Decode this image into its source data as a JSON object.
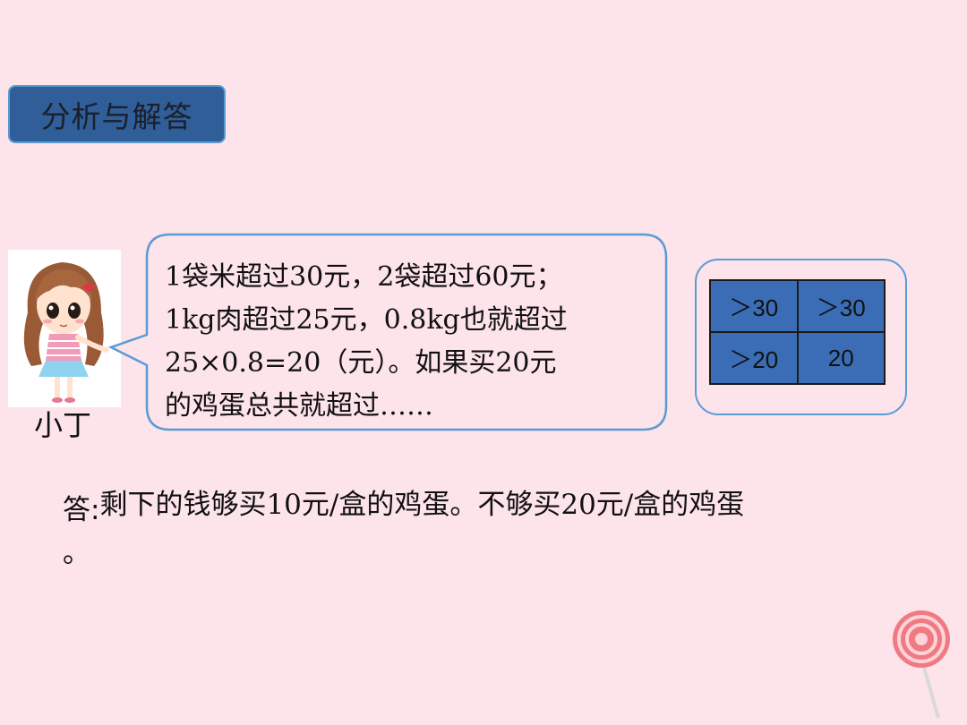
{
  "section_title": "分析与解答",
  "character": {
    "name": "小丁"
  },
  "speech": {
    "lines": [
      "1袋米超过30元，2袋超过60元；",
      "1kg肉超过25元，0.8kg也就超过",
      "25×0.8=20（元）。如果买20元",
      "的鸡蛋总共就超过……"
    ]
  },
  "table": {
    "cells": [
      "＞30",
      "＞30",
      "＞20",
      "20"
    ]
  },
  "answer": {
    "prefix": "答:",
    "text": "剩下的钱够买10元/盒的鸡蛋。不够买20元/盒的鸡蛋",
    "tail": "。"
  },
  "colors": {
    "background": "#fde3ea",
    "title_fill": "#2f5e98",
    "border_blue": "#5b9bd5",
    "cell_fill": "#3a6db5"
  }
}
